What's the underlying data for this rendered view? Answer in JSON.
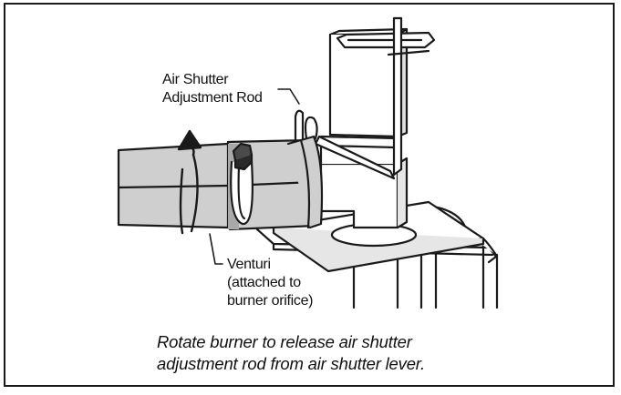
{
  "labels": {
    "air_shutter_rod": [
      "Air Shutter",
      "Adjustment Rod"
    ],
    "venturi": [
      "Venturi",
      "(attached to",
      "burner orifice)"
    ]
  },
  "caption": {
    "line1": "Rotate burner to release air shutter",
    "line2": "adjustment rod from air shutter lever."
  },
  "colors": {
    "outline": "#1a1a1a",
    "tube_fill": "#cfcfcf",
    "tube_shadow": "#a9a9a9",
    "metal_light": "#e6e6e6"
  },
  "icons": [
    "rotation-arrow-icon",
    "wing-nut-icon"
  ]
}
